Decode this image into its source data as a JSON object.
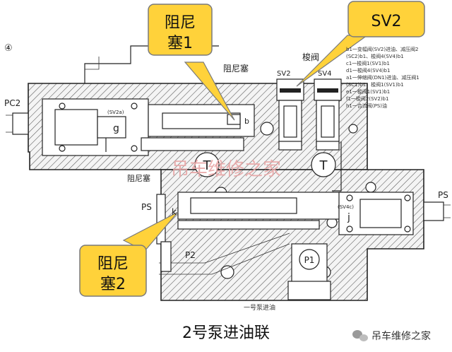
{
  "callouts": {
    "damper1": "阻尼\n塞1",
    "sv2": "SV2",
    "damper2": "阻尼\n塞2"
  },
  "labels": {
    "circle_num": "④",
    "damper_plug_top": "阻尼塞",
    "damper_plug_mid": "阻尼塞",
    "shuttle_valve": "梭阀",
    "sv2": "SV2",
    "sv4": "SV4",
    "pc2": "PC2",
    "ps_left": "PS",
    "ps_right": "PS",
    "p1": "P1",
    "p2": "P2",
    "g": "g",
    "b": "b",
    "j": "j",
    "k": "k",
    "t_left": "T",
    "t_right": "T",
    "sv2a": "(SV2a)",
    "sv4c": "(SV4c)",
    "bottom_small": "一号泵进油",
    "watermark": "吊车维修之家"
  },
  "legend_lines": [
    "b1一变幅阀(SV2)进油、减压阀2",
    "(SC2)b1、梭阀4(SV4)b1",
    "c1一梭阀1(SV1)b1",
    "d1一梭阀4(SV4)b1",
    "a1一伸缩阀(DN1)进油、减压阀1",
    "(SC1)b1、梭阀1(SV1)b1",
    "e1一梭阀1(SV1)b1",
    "f1一梭阀2(SV2)b1",
    "h1一合流阀(PS)油"
  ],
  "caption": "2号泵进油联",
  "brand": "吊车维修之家",
  "colors": {
    "callout_fill": "#ffd23a",
    "callout_stroke": "#7a7a7a",
    "watermark": "#e8a6a6"
  }
}
